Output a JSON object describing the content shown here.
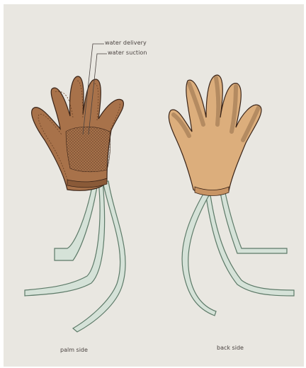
{
  "palm_figure": {
    "callouts": {
      "water_delivery": "water delivery",
      "water_suction": "water suction"
    },
    "caption": "palm side"
  },
  "back_figure": {
    "caption": "back side"
  },
  "colors": {
    "paper": "#e9e7e1",
    "palm_glove": "#a8724a",
    "back_glove": "#dcae7c",
    "tube": "#d5e2d8",
    "tube_outline": "#5d7a68",
    "ink": "#4a4340"
  }
}
